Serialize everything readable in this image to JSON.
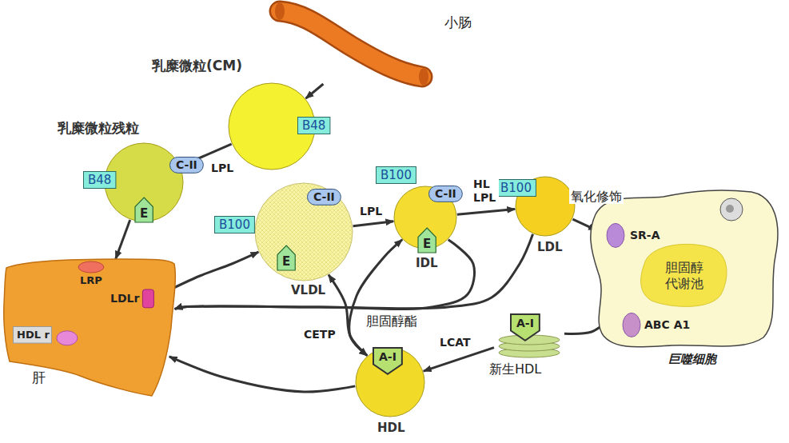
{
  "diagram": {
    "nodes": [
      {
        "text": [
          "小肠"
        ]
      },
      {
        "text": [
          "乳糜微粒(CM)"
        ]
      },
      {
        "text": [
          "B48"
        ],
        "in": 1
      },
      {
        "text": [
          "乳糜微粒残粒"
        ]
      },
      {
        "text": [
          "B48"
        ],
        "in": 3
      },
      {
        "text": [
          "C-II"
        ],
        "in": 3
      },
      {
        "text": [
          "E"
        ],
        "in": 3
      },
      {
        "text": [
          "VLDL"
        ]
      },
      {
        "text": [
          "B100"
        ],
        "in": 7
      },
      {
        "text": [
          "C-II"
        ],
        "in": 7
      },
      {
        "text": [
          "E"
        ],
        "in": 7
      },
      {
        "text": [
          "IDL"
        ]
      },
      {
        "text": [
          "B100"
        ],
        "in": 11
      },
      {
        "text": [
          "C-II"
        ],
        "in": 11
      },
      {
        "text": [
          "E"
        ],
        "in": 11
      },
      {
        "text": [
          "LDL"
        ]
      },
      {
        "text": [
          "B100"
        ],
        "in": 15
      },
      {
        "text": [
          "肝"
        ]
      },
      {
        "text": [
          "LRP"
        ],
        "in": 17
      },
      {
        "text": [
          "LDLr"
        ],
        "in": 17
      },
      {
        "text": [
          "HDL r"
        ],
        "in": 17
      },
      {
        "text": [
          "巨噬细胞"
        ]
      },
      {
        "text": [
          "SR-A"
        ],
        "in": 21
      },
      {
        "text": [
          "胆固醇代谢池"
        ],
        "in": 21
      },
      {
        "text": [
          "ABC A1"
        ],
        "in": 21
      },
      {
        "text": [
          "新生HDL"
        ]
      },
      {
        "text": [
          "A-I"
        ],
        "in": 25
      },
      {
        "text": [
          "HDL"
        ]
      },
      {
        "text": [
          "A-I"
        ],
        "in": 27
      }
    ],
    "edges": [
      {
        "from": 0,
        "to": 1,
        "arrow": "to"
      },
      {
        "from": 1,
        "to": 3,
        "label": "LPL",
        "arrow": "to"
      },
      {
        "from": 3,
        "to": 17,
        "arrow": "to"
      },
      {
        "from": 17,
        "to": 7,
        "arrow": "to"
      },
      {
        "from": 7,
        "to": 11,
        "label": "LPL",
        "arrow": "to"
      },
      {
        "from": 11,
        "to": 15,
        "label": "HL LPL",
        "arrow": "to"
      },
      {
        "from": 11,
        "to": 17,
        "arrow": "to"
      },
      {
        "from": 15,
        "to": 17,
        "arrow": "to"
      },
      {
        "from": 15,
        "to": 21,
        "label": "氧化修饰",
        "arrow": "to"
      },
      {
        "from": 21,
        "to": 25,
        "arrow": "none"
      },
      {
        "from": 25,
        "to": 27,
        "label": "LCAT",
        "arrow": "to"
      },
      {
        "from": 27,
        "to": 17,
        "arrow": "to"
      },
      {
        "from": 27,
        "to": 7,
        "arrow": "both"
      },
      {
        "from": 27,
        "to": 11,
        "arrow": "both"
      }
    ],
    "labels": [
      "胆固醇酯",
      "CETP"
    ]
  }
}
